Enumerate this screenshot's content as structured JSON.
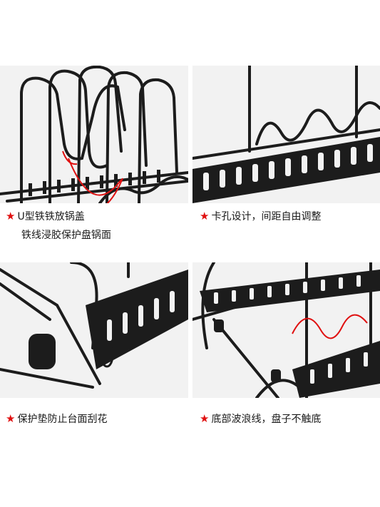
{
  "panels": [
    {
      "star": "★",
      "lines": [
        "U型铁铁放锅盖",
        "铁线浸胶保护盘锅面"
      ]
    },
    {
      "star": "★",
      "lines": [
        "卡孔设计，间距自由调整"
      ]
    },
    {
      "star": "★",
      "lines": [
        "保护垫防止台面刮花"
      ]
    },
    {
      "star": "★",
      "lines": [
        "底部波浪线，盘子不触底"
      ]
    }
  ],
  "colors": {
    "rack": "#1c1c1c",
    "highlight": "#e01010",
    "panel_bg": "#f2f2f2"
  }
}
